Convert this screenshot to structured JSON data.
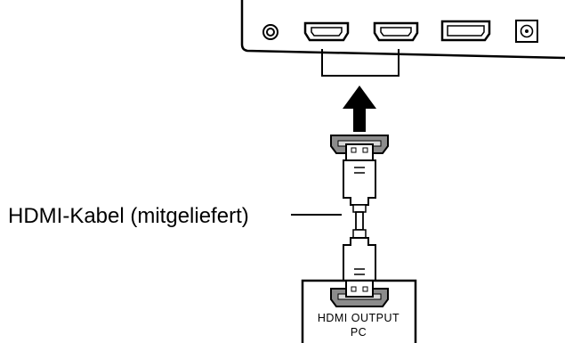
{
  "callout": {
    "cable_label": "HDMI-Kabel (mitgeliefert)"
  },
  "source_box": {
    "line1": "HDMI OUTPUT",
    "line2": "PC"
  },
  "monitor_panel": {
    "ports": [
      "audio-out-jack",
      "hdmi-port",
      "hdmi-port",
      "displayport-port",
      "dc-power-port"
    ]
  },
  "colors": {
    "stroke": "#000000",
    "connector_gray": "#8c8c8c",
    "connector_light": "#d9d9d9",
    "background": "#ffffff"
  }
}
